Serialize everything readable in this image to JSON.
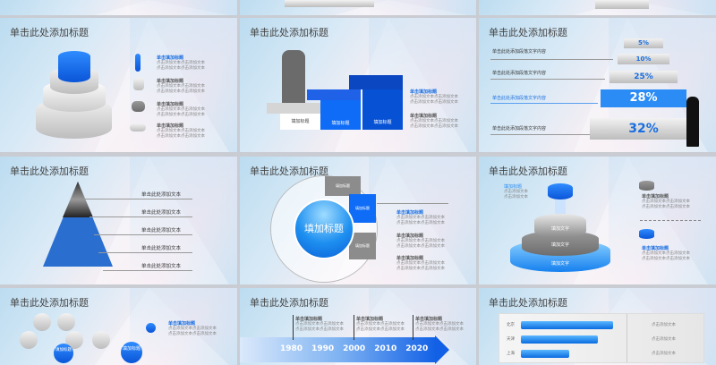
{
  "slide_title": "单击此处添加标题",
  "s1": {
    "items": [
      {
        "h": "单击填加标题",
        "t": "点击添加文本点击添加文本",
        "t2": "点击添加文本点击添加文本"
      },
      {
        "h": "单击填加标题",
        "t": "点击添加文本点击添加文本",
        "t2": "点击添加文本点击添加文本"
      },
      {
        "h": "单击填加标题",
        "t": "点击添加文本点击添加文本",
        "t2": "点击添加文本点击添加文本"
      },
      {
        "h": "单击填加标题",
        "t": "点击添加文本点击添加文本",
        "t2": "点击添加文本点击添加文本"
      }
    ]
  },
  "s2": {
    "steps": [
      "填加标题",
      "填加标题",
      "填加标题"
    ],
    "items": [
      {
        "h": "单击填加标题",
        "t": "点击添加文本点击添加文本",
        "t2": "点击添加文本点击添加文本"
      },
      {
        "h": "单击填加标题",
        "t": "点击添加文本点击添加文本",
        "t2": "点击添加文本点击添加文本"
      }
    ]
  },
  "s3": {
    "labels": [
      "单击此处添加段落文字内容",
      "单击此处添加段落文字内容",
      "单击此处添加段落文字内容",
      "单击此处添加段落文字内容"
    ],
    "levels": [
      "5%",
      "10%",
      "25%",
      "28%",
      "32%"
    ]
  },
  "s4": {
    "labels": [
      "单击此处添加文本",
      "单击此处添加文本",
      "单击此处添加文本",
      "单击此处添加文本",
      "单击此处添加文本"
    ]
  },
  "s5": {
    "center": "填加标题",
    "segment": "填加标题",
    "items": [
      {
        "h": "单击填加标题",
        "t": "点击添加文本点击添加文本",
        "t2": "点击添加文本点击添加文本"
      },
      {
        "h": "单击填加标题",
        "t": "点击添加文本点击添加文本",
        "t2": "点击添加文本点击添加文本"
      },
      {
        "h": "单击填加标题",
        "t": "点击添加文本点击添加文本",
        "t2": "点击添加文本点击添加文本"
      }
    ]
  },
  "s6": {
    "tiers": [
      "填加文字",
      "填加文字",
      "填加文字"
    ],
    "left": {
      "h": "填加标题",
      "t": "点击添加文本",
      "t2": "点击添加文本"
    },
    "items": [
      {
        "h": "单击填加标题",
        "t": "点击添加文本点击添加文本",
        "t2": "点击添加文本点击添加文本"
      },
      {
        "h": "单击填加标题",
        "t": "点击添加文本点击添加文本",
        "t2": "点击添加文本点击添加文本"
      }
    ]
  },
  "s7": {
    "nodes": [
      "填加标题",
      "填加标题"
    ],
    "item": {
      "h": "单击填加标题",
      "t": "点击添加文本点击添加文本",
      "t2": "点击添加文本点击添加文本"
    }
  },
  "s8": {
    "years": [
      "1980",
      "1990",
      "2000",
      "2010",
      "2020"
    ],
    "items": [
      {
        "h": "单击填加标题",
        "t": "点击添加文本点击添加文本",
        "t2": "点击添加文本点击添加文本"
      },
      {
        "h": "单击填加标题",
        "t": "点击添加文本点击添加文本",
        "t2": "点击添加文本点击添加文本"
      },
      {
        "h": "单击填加标题",
        "t": "点击添加文本点击添加文本",
        "t2": "点击添加文本点击添加文本"
      }
    ]
  },
  "s9": {
    "rows": [
      {
        "city": "北京",
        "value": 0.82,
        "note": "点击添加文本"
      },
      {
        "city": "天津",
        "value": 0.68,
        "note": "点击添加文本"
      },
      {
        "city": "上海",
        "value": 0.43,
        "note": "点击添加文本"
      }
    ]
  },
  "colors": {
    "accent": "#1a6ee0",
    "gap": "#c9ccd2"
  }
}
